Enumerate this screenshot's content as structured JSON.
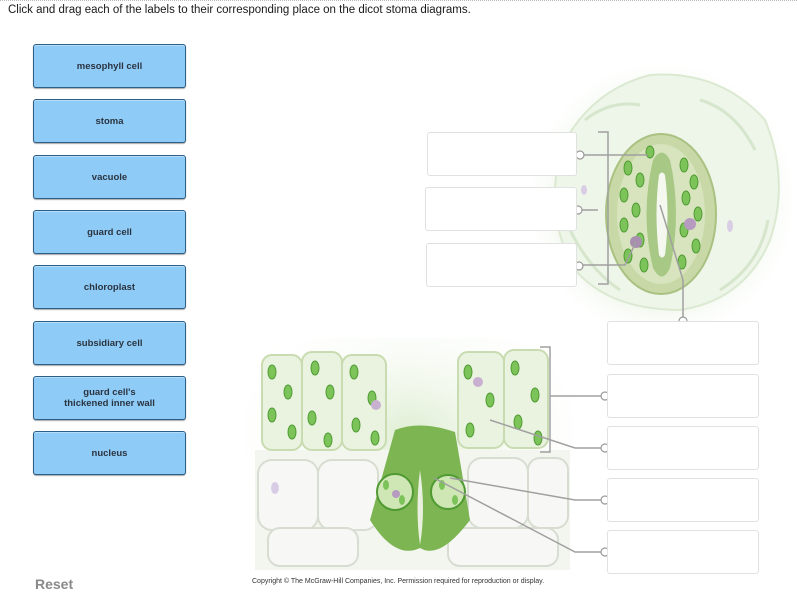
{
  "instructions": "Click and drag each of the labels to their corresponding place on the dicot stoma diagrams.",
  "labels": [
    {
      "text": "mesophyll cell"
    },
    {
      "text": "stoma"
    },
    {
      "text": "vacuole"
    },
    {
      "text": "guard cell"
    },
    {
      "text": "chloroplast"
    },
    {
      "text": "subsidiary cell"
    },
    {
      "text": "guard cell's\nthickened inner wall"
    },
    {
      "text": "nucleus"
    }
  ],
  "reset_label": "Reset",
  "copyright": "Copyright © The McGraw-Hill Companies, Inc. Permission required for reproduction or display.",
  "colors": {
    "label_fill": "#8fcbf7",
    "label_border": "#2b5f88",
    "leaf_green": "#6fb34a",
    "chloroplast_green": "#7cc35a"
  }
}
